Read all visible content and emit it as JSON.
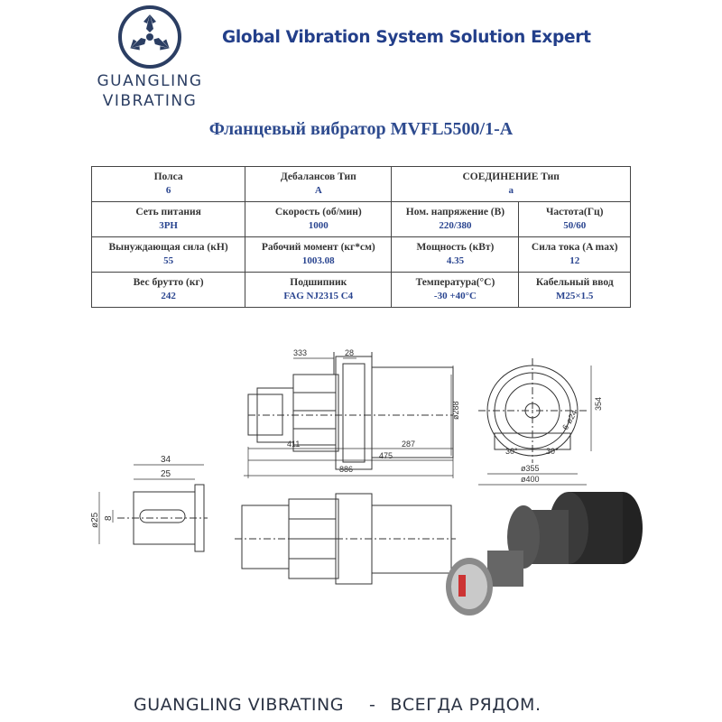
{
  "header": {
    "brand_line1": "GUANGLING",
    "brand_line2": "VIBRATING",
    "tagline": "Global Vibration System Solution Expert"
  },
  "title": "Фланцевый вибратор MVFL5500/1-A",
  "specs": {
    "row1": [
      {
        "label": "Полса",
        "value": "6"
      },
      {
        "label": "Дебалансов Тип",
        "value": "A"
      },
      {
        "label": "СОЕДИНЕНИЕ Тип",
        "value": "a"
      }
    ],
    "row2": [
      {
        "label": "Сеть питания",
        "value": "3PH"
      },
      {
        "label": "Скорость (об/мин)",
        "value": "1000"
      },
      {
        "label": "Ном. напряжение (В)",
        "value": "220/380"
      },
      {
        "label": "Частота(Гц)",
        "value": "50/60"
      }
    ],
    "row3": [
      {
        "label": "Вынуждающая сила (кН)",
        "value": "55"
      },
      {
        "label": "Рабочий момент (кг*см)",
        "value": "1003.08"
      },
      {
        "label": "Мощность (кВт)",
        "value": "4.35"
      },
      {
        "label": "Сила тока (A max)",
        "value": "12"
      }
    ],
    "row4": [
      {
        "label": "Вес брутто (кг)",
        "value": "242"
      },
      {
        "label": "Подшипник",
        "value": "FAG NJ2315 C4"
      },
      {
        "label": "Температура(°C)",
        "value": "-30 +40°C"
      },
      {
        "label": "Кабельный ввод",
        "value": "M25×1.5"
      }
    ]
  },
  "drawing": {
    "dims": [
      "333",
      "28",
      "411",
      "287",
      "475",
      "886",
      "ø288",
      "354",
      "6-ø24",
      "30°",
      "30°",
      "ø355",
      "ø400",
      "34",
      "25",
      "ø25",
      "8"
    ]
  },
  "footer": {
    "brand": "GUANGLING VIBRATING",
    "separator": "-",
    "slogan": "ВСЕГДА РЯДОМ."
  },
  "colors": {
    "brand_blue": "#233f8a",
    "title_blue": "#2e4b8f",
    "logo_navy": "#2b3e63"
  }
}
